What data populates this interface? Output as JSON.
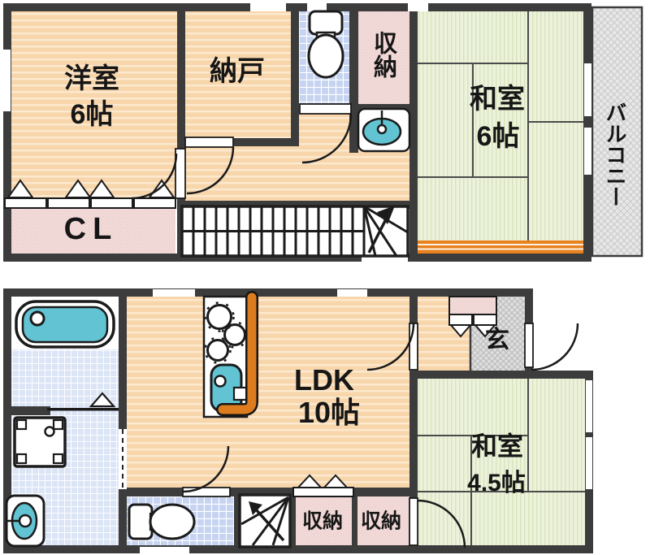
{
  "plan": {
    "second_floor": {
      "western_room": {
        "name": "洋室",
        "size": "6帖"
      },
      "storage_room": {
        "name": "納戸"
      },
      "closet": {
        "name": "収納"
      },
      "japanese_room": {
        "name": "和室",
        "size": "6帖"
      },
      "balcony": {
        "name": "バルコニー"
      },
      "closet_cl": {
        "name": "CL"
      }
    },
    "first_floor": {
      "ldk": {
        "name": "LDK",
        "size": "10帖"
      },
      "entrance": {
        "name": "玄"
      },
      "japanese_room": {
        "name": "和室",
        "size": "4.5帖"
      },
      "closet_left": {
        "name": "収納"
      },
      "closet_right": {
        "name": "収納"
      }
    }
  },
  "colors": {
    "wall": "#3c3c3c",
    "wood_floor": "#f8d6ac",
    "wood_stripe": "#fce9cf",
    "tatami": "#edf2dc",
    "tatami_stripe": "#d8e3bc",
    "closet_pink": "#f3dcda",
    "tile_blue": "#c6d4f1",
    "tile_pale": "#dce5f6",
    "fixture_teal": "#62c3d2",
    "counter_orange": "#dc7c1e",
    "ledge_orange": "#e8821e",
    "balcony_gray": "#e7e7e7",
    "line_black": "#1b1b1b"
  }
}
